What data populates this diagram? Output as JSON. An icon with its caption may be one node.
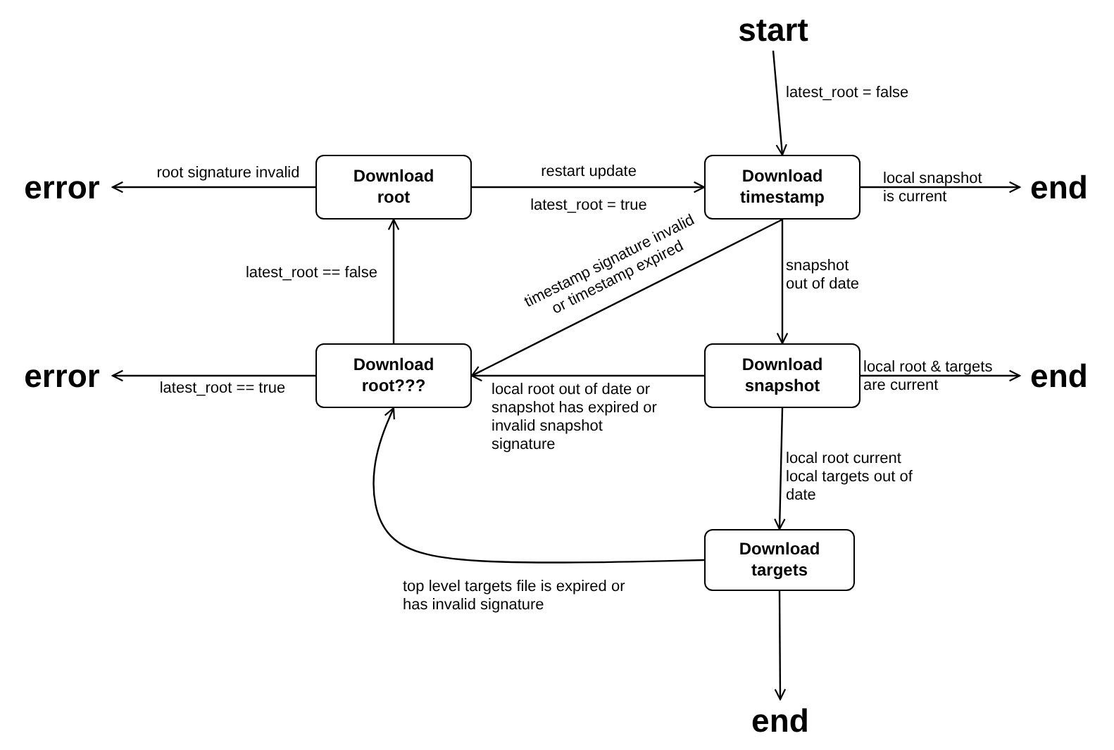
{
  "diagram": {
    "nodes": [
      {
        "text": [
          "start"
        ]
      },
      {
        "text": [
          "error"
        ]
      },
      {
        "text": [
          "Download root"
        ]
      },
      {
        "text": [
          "Download timestamp"
        ]
      },
      {
        "text": [
          "end"
        ]
      },
      {
        "text": [
          "error"
        ]
      },
      {
        "text": [
          "Download root???"
        ]
      },
      {
        "text": [
          "Download snapshot"
        ]
      },
      {
        "text": [
          "end"
        ]
      },
      {
        "text": [
          "Download targets"
        ]
      },
      {
        "text": [
          "end"
        ]
      }
    ],
    "edges": [
      {
        "from": 0,
        "to": 3,
        "arrow": "to",
        "label": "latest_root = false"
      },
      {
        "from": 2,
        "to": 1,
        "arrow": "to",
        "label": "root signature invalid"
      },
      {
        "from": 2,
        "to": 3,
        "arrow": "to",
        "label": "restart update"
      },
      {
        "from": 3,
        "to": 4,
        "arrow": "to",
        "label": "local snapshot is current"
      },
      {
        "from": 3,
        "to": 6,
        "arrow": "to",
        "label": "timestamp signature invalid or timestamp expired"
      },
      {
        "from": 3,
        "to": 7,
        "arrow": "to",
        "label": "snapshot out of date"
      },
      {
        "from": 6,
        "to": 2,
        "arrow": "to",
        "label": "latest_root == false"
      },
      {
        "from": 6,
        "to": 5,
        "arrow": "to",
        "label": "latest_root == true"
      },
      {
        "from": 7,
        "to": 6,
        "arrow": "to",
        "label": "local root out of date or snapshot has expired or invalid snapshot signature"
      },
      {
        "from": 7,
        "to": 8,
        "arrow": "to",
        "label": "local root & targets are current"
      },
      {
        "from": 7,
        "to": 9,
        "arrow": "to",
        "label": "local root current local targets out of date"
      },
      {
        "from": 9,
        "to": 6,
        "arrow": "to",
        "label": "top level targets file is expired or has invalid signature"
      },
      {
        "from": 9,
        "to": 10,
        "arrow": "to"
      }
    ],
    "labels": [
      "latest_root = true"
    ]
  }
}
